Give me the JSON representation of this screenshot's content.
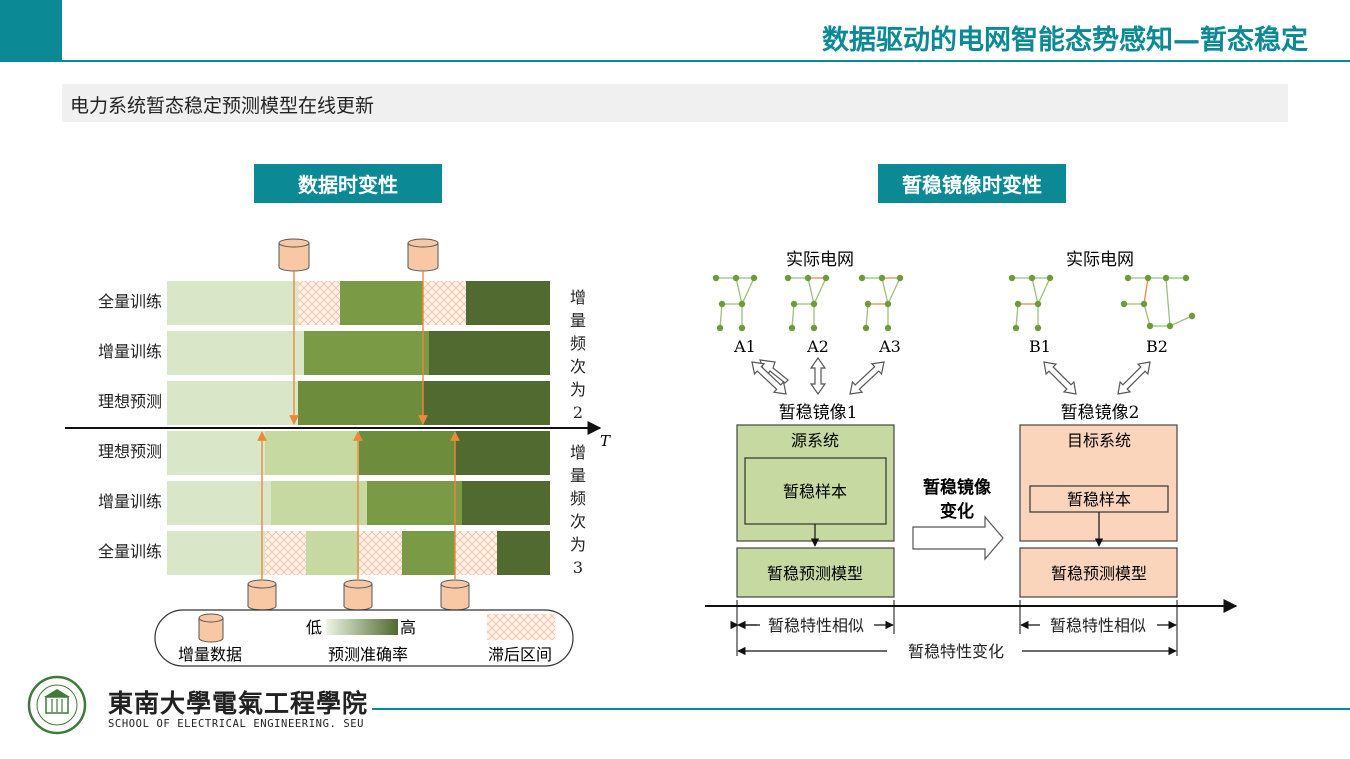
{
  "slide": {
    "title": "数据驱动的电网智能态势感知—暂态稳定",
    "subtitle": "电力系统暂态稳定预测模型在线更新"
  },
  "colors": {
    "accent": "#0b8a96",
    "accuracy_low": "#d9e6c8",
    "accuracy_high": "#506a2f",
    "source_fill": "#c5d9a1",
    "target_fill": "#fbd5bb",
    "data_fill": "#f8c7a4",
    "arrow": "#ec8a3c"
  },
  "left": {
    "header": "数据时变性",
    "rows_top": [
      "全量训练",
      "增量训练",
      "理想预测"
    ],
    "rows_bottom": [
      "理想预测",
      "增量训练",
      "全量训练"
    ],
    "freq_top": [
      "增",
      "量",
      "频",
      "次",
      "为",
      "2"
    ],
    "freq_bottom": [
      "增",
      "量",
      "频",
      "次",
      "为",
      "3"
    ],
    "axis_label": "T",
    "legend": {
      "data": "增量数据",
      "low": "低",
      "high": "高",
      "accuracy": "预测准确率",
      "lag": "滞后区间"
    }
  },
  "right": {
    "header": "暂稳镜像时变性",
    "actual_grid": "实际电网",
    "grids_left": [
      "A1",
      "A2",
      "A3"
    ],
    "grids_right": [
      "B1",
      "B2"
    ],
    "mirror1": "暂稳镜像1",
    "mirror2": "暂稳镜像2",
    "source_system": "源系统",
    "target_system": "目标系统",
    "sample": "暂稳样本",
    "model": "暂稳预测模型",
    "change_line1": "暂稳镜像",
    "change_line2": "变化",
    "similar": "暂稳特性相似",
    "variation": "暂稳特性变化"
  },
  "footer": {
    "school_cn": "東南大學電氣工程學院",
    "school_en": "SCHOOL OF ELECTRICAL ENGINEERING. SEU",
    "logo_icon": "seu-emblem-icon"
  }
}
